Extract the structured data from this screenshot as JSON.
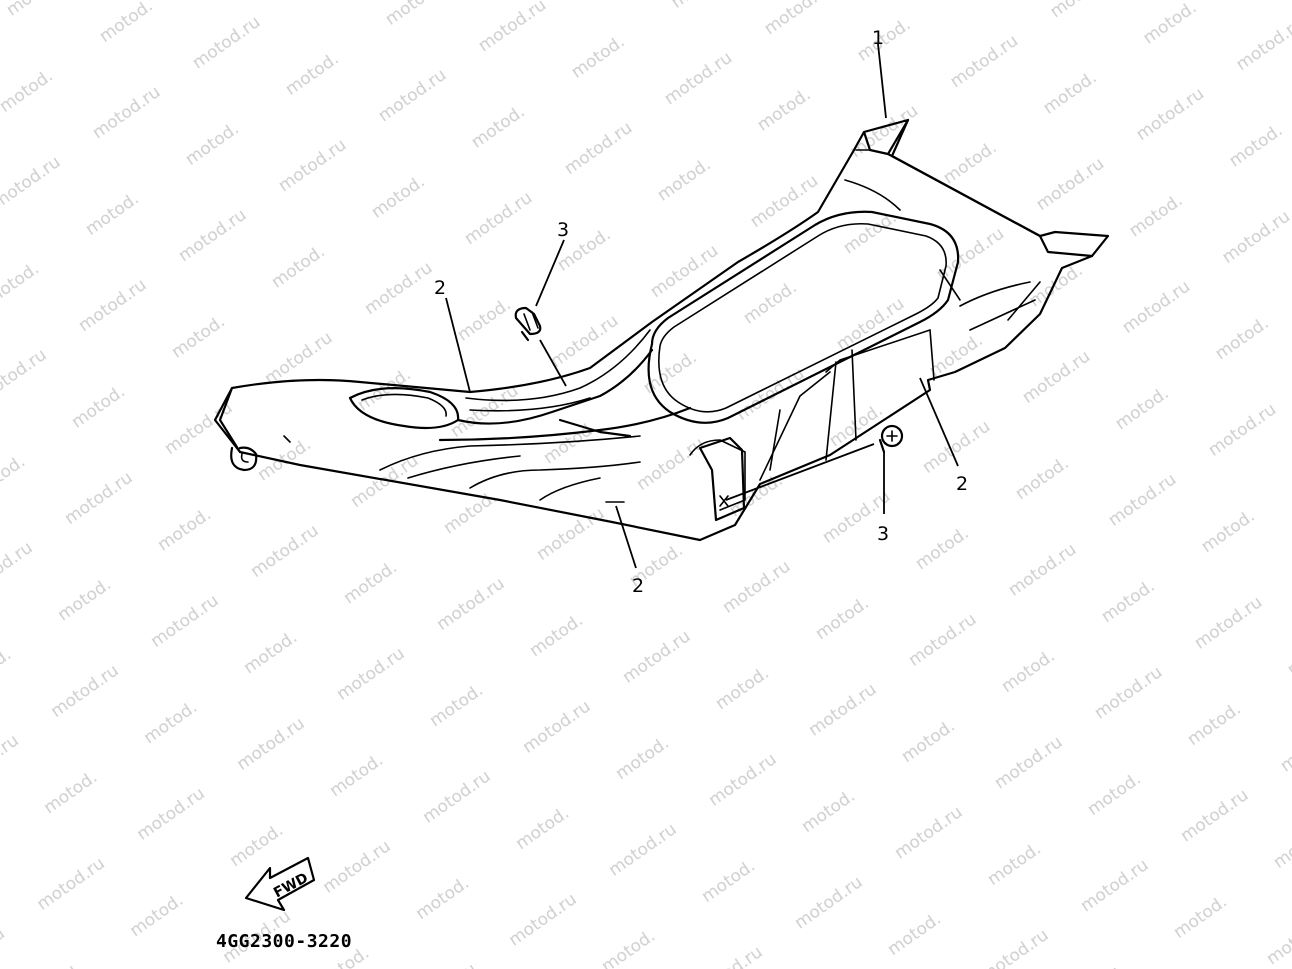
{
  "diagram": {
    "watermark_text": "motod.ru",
    "part_code": "4GG2300-3220",
    "direction_label": "FWD",
    "callouts": {
      "cover": "1",
      "emblem_top": "2",
      "emblem_right": "2",
      "emblem_bottom": "2",
      "screw_top": "3",
      "screw_right": "3"
    }
  }
}
